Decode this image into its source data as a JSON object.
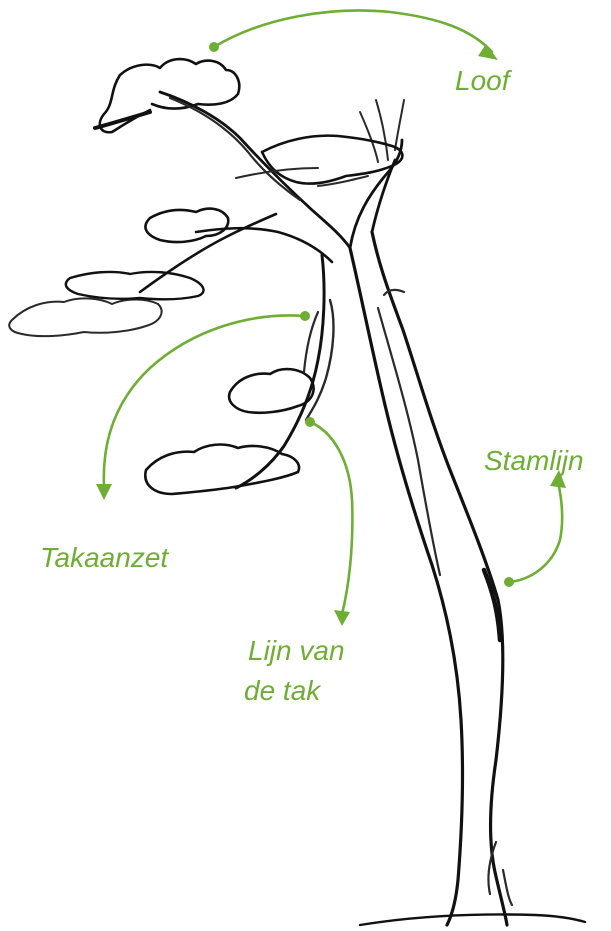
{
  "colors": {
    "ink": "#111111",
    "annotation": "#6fae34",
    "background": "#ffffff"
  },
  "labels": {
    "foliage": "Loof",
    "trunk_line": "Stamlijn",
    "branch_start": "Takaanzet",
    "branch_line_1": "Lijn van",
    "branch_line_2": "de tak"
  }
}
